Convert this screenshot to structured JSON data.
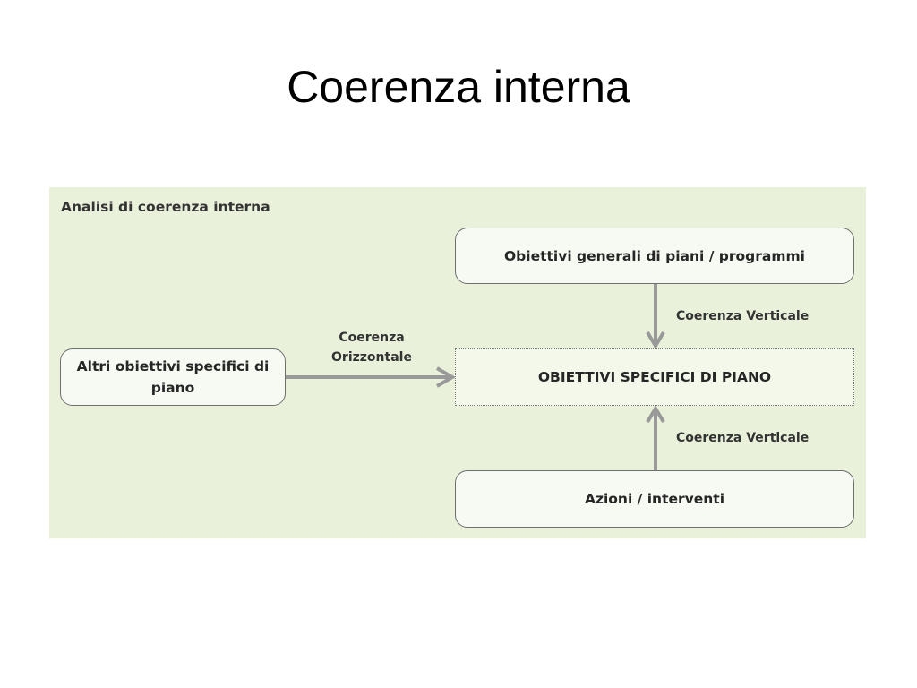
{
  "slide": {
    "title": "Coerenza interna"
  },
  "diagram": {
    "caption": "Analisi di coerenza interna",
    "boxes": {
      "general_objectives": "Obiettivi generali di piani / programmi",
      "specific_objectives": "OBIETTIVI SPECIFICI DI PIANO",
      "actions": "Azioni / interventi",
      "other_objectives": "Altri obiettivi specifici di piano"
    },
    "connectors": {
      "vertical_top": "Coerenza Verticale",
      "vertical_bottom": "Coerenza Verticale",
      "horizontal": "Coerenza Orizzontale"
    },
    "colors": {
      "panel_background": "#eaf1db",
      "box_fill": "#f7faf2",
      "arrow": "#999999"
    }
  }
}
